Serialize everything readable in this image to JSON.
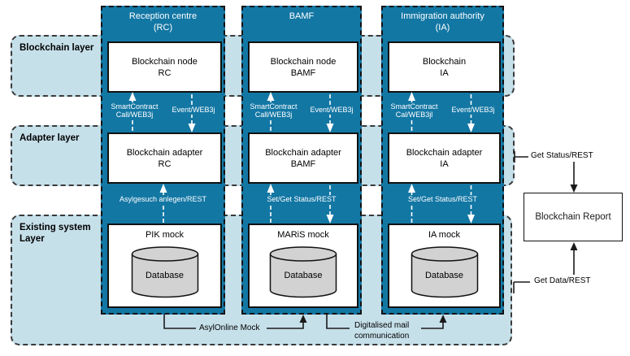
{
  "layers": [
    {
      "label": "Blockchain layer"
    },
    {
      "label": "Adapter layer"
    },
    {
      "label": "Existing system Layer"
    }
  ],
  "columns": [
    {
      "header_line1": "Reception centre",
      "header_line2": "(RC)",
      "node_line1": "Blockchain node",
      "node_line2": "RC",
      "adapter_line1": "Blockchain adapter",
      "adapter_line2": "RC",
      "contract_line1": "SmartContract",
      "contract_line2": "Call/WEB3j",
      "event_label": "Event/WEB3j",
      "rest_label": "Asylgesuch anlegen/REST",
      "mock_title": "PIK mock",
      "database_label": "Database"
    },
    {
      "header_line1": "BAMF",
      "header_line2": "",
      "node_line1": "Blockchain node",
      "node_line2": "BAMF",
      "adapter_line1": "Blockchain adapter",
      "adapter_line2": "BAMF",
      "contract_line1": "SmartContract",
      "contract_line2": "Call/WEB3j",
      "event_label": "Event/WEB3j",
      "rest_label": "Set/Get Status/REST",
      "mock_title": "MARiS mock",
      "database_label": "Database"
    },
    {
      "header_line1": "Immigration authority",
      "header_line2": "(IA)",
      "node_line1": "Blockchain",
      "node_line2": "IA",
      "adapter_line1": "Blockchain adapter",
      "adapter_line2": "IA",
      "contract_line1": "SmartContract",
      "contract_line2": "Cal/WEB3jl",
      "event_label": "Event/WEB3j",
      "rest_label": "Set/Get Status/REST",
      "mock_title": "IA mock",
      "database_label": "Database"
    }
  ],
  "report": {
    "get_status_label": "Get Status/REST",
    "box_label": "Blockchain Report",
    "get_data_label": "Get Data/REST"
  },
  "bottom": {
    "asylonline_label": "AsylOnline Mock",
    "mail_line1": "Digitalised mail",
    "mail_line2": "communication"
  },
  "colors": {
    "column_blue": "#1377a4",
    "layer_light_blue": "#c6e0ea",
    "database_gray": "#d2d2d2",
    "arrow_white": "#ffffff",
    "line_black": "#1a1a1a"
  }
}
